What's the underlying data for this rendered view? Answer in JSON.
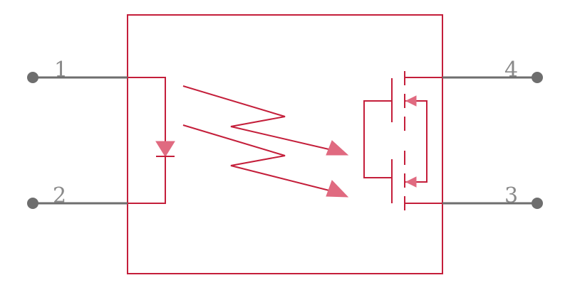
{
  "colors": {
    "body": "#c41e3a",
    "pin": "#6e6e6e",
    "arrow_fill": "#e06a80"
  },
  "pins": [
    {
      "number": "1",
      "side": "left"
    },
    {
      "number": "2",
      "side": "left"
    },
    {
      "number": "3",
      "side": "right"
    },
    {
      "number": "4",
      "side": "right"
    }
  ],
  "components": {
    "input": "led-diode",
    "output": "dual-mosfet-switch"
  }
}
